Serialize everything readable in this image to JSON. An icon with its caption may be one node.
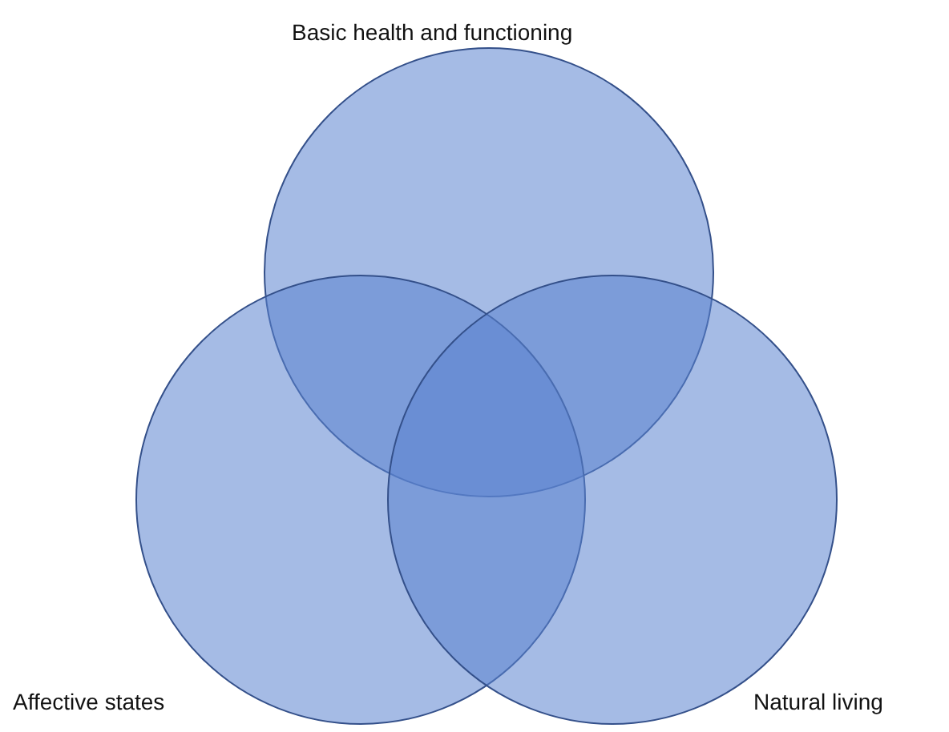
{
  "diagram": {
    "nodes": [
      {
        "text": [
          "Basic health and functioning"
        ]
      },
      {
        "text": [
          "Affective states"
        ]
      },
      {
        "text": [
          "Natural living"
        ]
      }
    ]
  }
}
